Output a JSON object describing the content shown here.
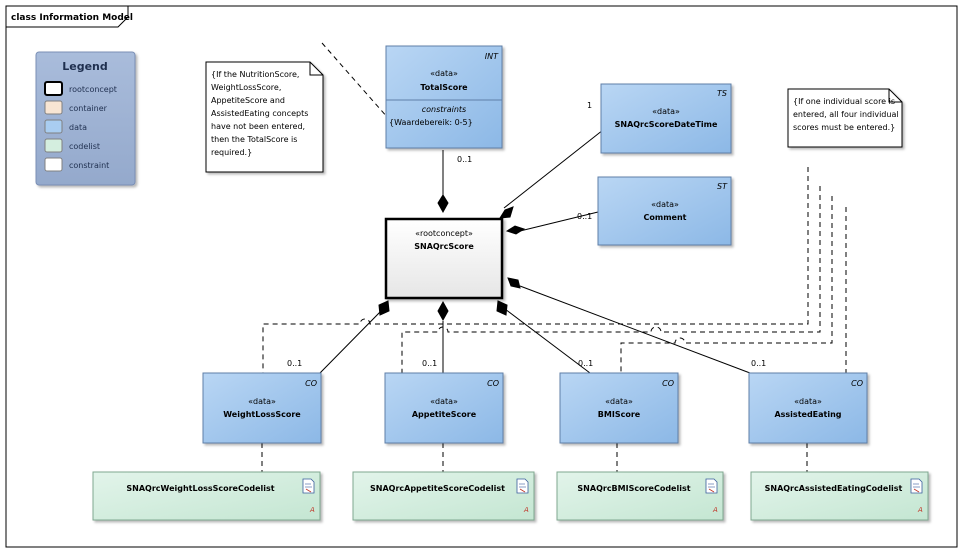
{
  "frame": {
    "title": "class Information Model"
  },
  "legend": {
    "title": "Legend",
    "items": [
      {
        "label": "rootconcept",
        "fill": "#ffffff",
        "stroke": "#000000"
      },
      {
        "label": "container",
        "fill": "#f8e5d3",
        "stroke": "#808080"
      },
      {
        "label": "data",
        "fill": "#a9cdf1",
        "stroke": "#808080"
      },
      {
        "label": "codelist",
        "fill": "#d4eedf",
        "stroke": "#808080"
      },
      {
        "label": "constraint",
        "fill": "#ffffff",
        "stroke": "#808080"
      }
    ]
  },
  "notes": [
    {
      "lines": [
        "{If the NutritionScore,",
        "WeightLossScore,",
        "AppetiteScore and",
        "AssistedEating concepts",
        "have not been entered,",
        "then the TotalScore is",
        "required.}"
      ]
    },
    {
      "lines": [
        "{If one individual score is",
        "entered, all four individual",
        "scores must be entered.}"
      ]
    }
  ],
  "classes": {
    "total": {
      "stereotype": "«data»",
      "name": "TotalScore",
      "type": "INT",
      "section": "constraints",
      "constraint": "{Waardebereik: 0-5}"
    },
    "datetime": {
      "stereotype": "«data»",
      "name": "SNAQrcScoreDateTime",
      "type": "TS"
    },
    "comment": {
      "stereotype": "«data»",
      "name": "Comment",
      "type": "ST"
    },
    "root": {
      "stereotype": "«rootconcept»",
      "name": "SNAQrcScore"
    },
    "weightloss": {
      "stereotype": "«data»",
      "name": "WeightLossScore",
      "type": "CO"
    },
    "appetite": {
      "stereotype": "«data»",
      "name": "AppetiteScore",
      "type": "CO"
    },
    "bmi": {
      "stereotype": "«data»",
      "name": "BMIScore",
      "type": "CO"
    },
    "assisted": {
      "stereotype": "«data»",
      "name": "AssistedEating",
      "type": "CO"
    }
  },
  "codelists": [
    {
      "name": "SNAQrcWeightLossScoreCodelist"
    },
    {
      "name": "SNAQrcAppetiteScoreCodelist"
    },
    {
      "name": "SNAQrcBMIScoreCodelist"
    },
    {
      "name": "SNAQrcAssistedEatingCodelist"
    }
  ],
  "multiplicities": {
    "total": "0..1",
    "datetime": "1",
    "comment": "0..1",
    "weightloss": "0..1",
    "appetite": "0..1",
    "bmi": "0..1",
    "assisted": "0..1"
  },
  "icon_marker": "A",
  "colors": {
    "data_fill": "#a9cdf1",
    "data_fill_dark": "#8db9e8",
    "codelist_fill": "#d4eedf",
    "legend_fill": "#9fb3d3",
    "note_fill": "#ffffff",
    "line": "#000000"
  }
}
